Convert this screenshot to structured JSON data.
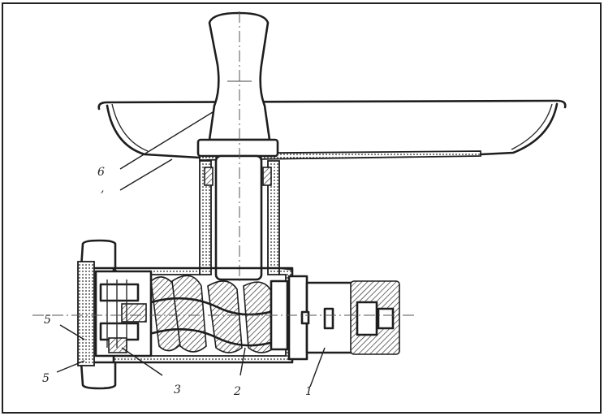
{
  "diagram": {
    "callouts": [
      {
        "id": "callout-6",
        "text": "6"
      },
      {
        "id": "callout-unlabeled",
        "text": ","
      },
      {
        "id": "callout-5",
        "text": "5"
      },
      {
        "id": "callout-4",
        "text": "5"
      },
      {
        "id": "callout-3",
        "text": "3"
      },
      {
        "id": "callout-2",
        "text": "2"
      },
      {
        "id": "callout-1",
        "text": "1"
      }
    ]
  }
}
